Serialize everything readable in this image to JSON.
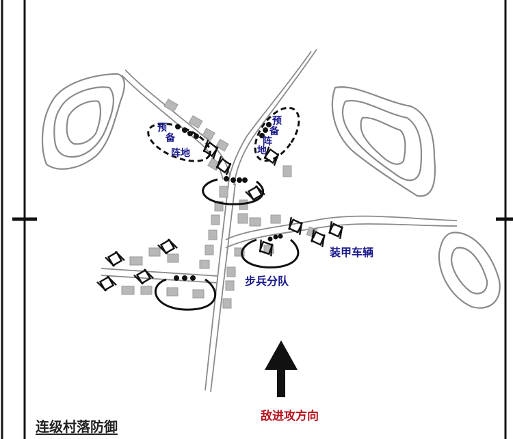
{
  "diagram": {
    "title": "连级村落防御",
    "enemy_direction_label": "敌进攻方向",
    "labels": {
      "reserve_left": [
        "预",
        "备",
        "阵",
        "地"
      ],
      "reserve_right": [
        "预",
        "备",
        "阵",
        "地"
      ],
      "infantry": "步兵分队",
      "armor": "装甲车辆"
    },
    "colors": {
      "label_blue": "#1a1a8c",
      "label_red": "#b5121b",
      "contour_gray": "#8a8a8a",
      "building_gray": "#b8b8b8",
      "ink": "#111111"
    },
    "symbols": {
      "infantry_position": "ellipse-solid",
      "reserve_position": "ellipse-dashed",
      "machine_gun_nest": "dot-row",
      "armored_vehicle": "tank-icon",
      "terrain": "contour-hill",
      "building": "building-square",
      "road": "double-line-road",
      "arrow": "enemy-advance-arrow"
    }
  }
}
